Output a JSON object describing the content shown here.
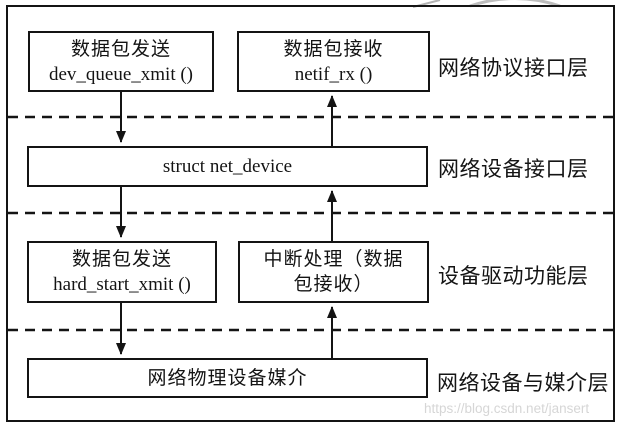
{
  "boxes": {
    "tx_upper": {
      "line1": "数据包发送",
      "line2": "dev_queue_xmit ()"
    },
    "rx_upper": {
      "line1": "数据包接收",
      "line2": "netif_rx ()"
    },
    "net_device": {
      "text": "struct net_device"
    },
    "tx_lower": {
      "line1": "数据包发送",
      "line2": "hard_start_xmit ()"
    },
    "interrupt": {
      "line1": "中断处理（数据",
      "line2": "包接收）"
    },
    "media": {
      "text": "网络物理设备媒介"
    }
  },
  "layers": [
    {
      "label": "网络协议接口层"
    },
    {
      "label": "网络设备接口层"
    },
    {
      "label": "设备驱动功能层"
    },
    {
      "label": "网络设备与媒介层"
    }
  ],
  "watermark": "https://blog.csdn.net/jansert",
  "colors": {
    "line": "#141414",
    "watermark": "#d6d6d6",
    "background": "#ffffff",
    "artifact": "#b3b3b3"
  }
}
